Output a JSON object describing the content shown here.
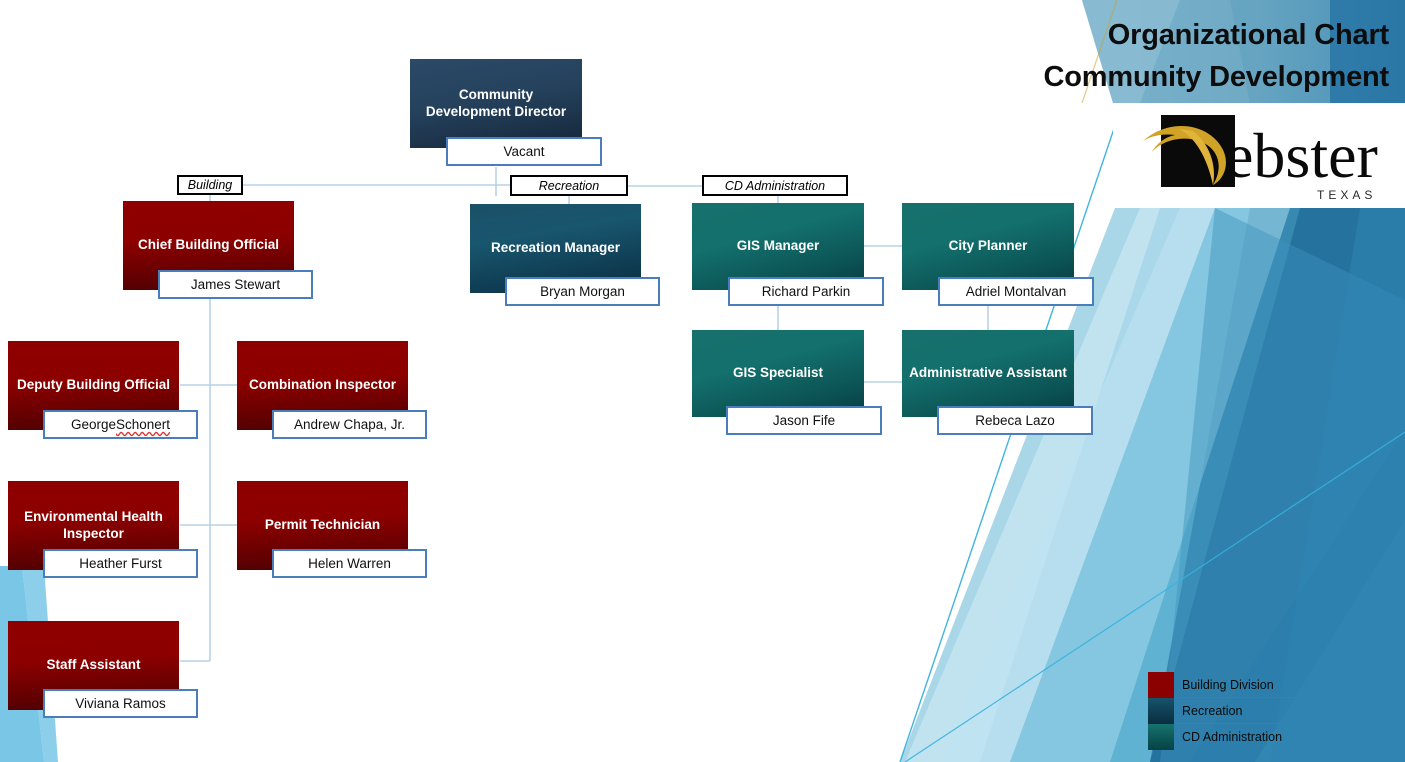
{
  "header": {
    "title_line1": "Organizational Chart",
    "title_line2": "Community Development",
    "logo_word": "ebster",
    "logo_sub": "T E X A S",
    "logo_name": "webster-texas-logo"
  },
  "divisions": [
    {
      "id": "building",
      "label": "Building"
    },
    {
      "id": "recreation",
      "label": "Recreation"
    },
    {
      "id": "cd-administration",
      "label": "CD Administration"
    }
  ],
  "nodes": {
    "director": {
      "title": "Community Development Director",
      "name": "Vacant"
    },
    "chief_building": {
      "title": "Chief Building Official",
      "name": "James Stewart"
    },
    "deputy_building": {
      "title": "Deputy Building Official",
      "name": "George Schonert",
      "name_plain": "George ",
      "name_misspelled": "Schonert"
    },
    "combination": {
      "title": "Combination Inspector",
      "name": "Andrew Chapa, Jr."
    },
    "env_health": {
      "title": "Environmental Health Inspector",
      "name": "Heather Furst"
    },
    "permit_tech": {
      "title": "Permit Technician",
      "name": "Helen Warren"
    },
    "staff_assistant": {
      "title": "Staff Assistant",
      "name": "Viviana Ramos"
    },
    "rec_manager": {
      "title": "Recreation Manager",
      "name": "Bryan Morgan"
    },
    "gis_manager": {
      "title": "GIS Manager",
      "name": "Richard Parkin"
    },
    "city_planner": {
      "title": "City Planner",
      "name": "Adriel Montalvan"
    },
    "gis_specialist": {
      "title": "GIS Specialist",
      "name": "Jason Fife"
    },
    "admin_assistant": {
      "title": "Administrative Assistant",
      "name": "Rebeca Lazo"
    }
  },
  "legend": [
    {
      "label": "Building Division",
      "color": "#8b0000"
    },
    {
      "label": "Recreation",
      "color": "#104b63"
    },
    {
      "label": "CD Administration",
      "color": "#136b68"
    }
  ],
  "colors": {
    "building_red": "#8b0000",
    "recreation_blue": "#104b63",
    "cd_teal": "#136b68",
    "director_navy": "#24415c",
    "name_border": "#4a7ebb",
    "connector": "#b8d2e6",
    "banner_blue": "#7bb3cc",
    "accent_cyan": "#29a8d8"
  }
}
